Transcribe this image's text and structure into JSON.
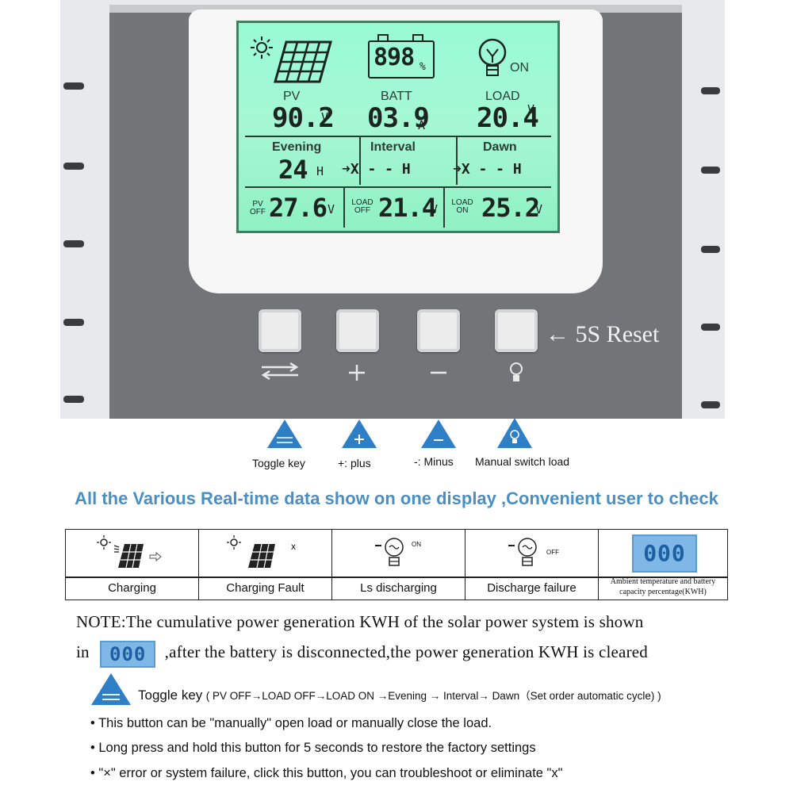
{
  "lcd": {
    "battery_percent": "898",
    "percent_sign": "%",
    "load_state": "ON",
    "pv_label": "PV",
    "batt_label": "BATT",
    "load_label": "LOAD",
    "pv_value": "90.2",
    "pv_unit": "V",
    "batt_value": "03.9",
    "batt_unit": "A",
    "load_value": "20.4",
    "load_unit": "V",
    "evening_label": "Evening",
    "interval_label": "Interval",
    "dawn_label": "Dawn",
    "evening_value": "24",
    "evening_unit": "H",
    "interval_value": "➜X - - H",
    "dawn_value": "➜X - - H",
    "pv_off_label_1": "PV",
    "pv_off_label_2": "OFF",
    "pv_off_value": "27.6",
    "load_off_label_1": "LOAD",
    "load_off_label_2": "OFF",
    "load_off_value": "21.4",
    "load_on_label_1": "LOAD",
    "load_on_label_2": "ON",
    "load_on_value": "25.2",
    "volt_unit": "V"
  },
  "device": {
    "reset_label": "← 5S Reset",
    "buttons": [
      {
        "name": "toggle",
        "symbol": "⇄"
      },
      {
        "name": "plus",
        "symbol": "+"
      },
      {
        "name": "minus",
        "symbol": "−"
      },
      {
        "name": "manual-load",
        "symbol": "bulb-icon"
      }
    ]
  },
  "keys": {
    "toggle": "Toggle key",
    "plus": "+: plus",
    "minus": "-: Minus",
    "manual": "Manual switch load"
  },
  "headline": "All the Various Real-time data show on one display ,Convenient user to check",
  "status_table": [
    {
      "caption": "Charging"
    },
    {
      "caption": "Charging Fault",
      "mark": "x"
    },
    {
      "caption": "Ls discharging",
      "mark": "ON"
    },
    {
      "caption": "Discharge failure",
      "mark": "OFF"
    },
    {
      "caption_1": "Ambient temperature and battery",
      "caption_2": "capacity percentage(KWH)",
      "display": "000"
    }
  ],
  "note": {
    "line1": "NOTE:The cumulative power generation KWH of the solar power system is shown",
    "line2_prefix": "in",
    "line2_display": "000",
    "line2_suffix": ",after the battery is disconnected,the power generation KWH is cleared"
  },
  "toggle_info": {
    "title": "Toggle key",
    "sequence": "( PV OFF→LOAD OFF→LOAD ON →Evening → Interval→ Dawn（Set order automatic cycle) )"
  },
  "bullets": [
    "• This button can be \"manually\" open load or manually close the load.",
    "• Long press and hold this button for 5 seconds to restore the factory settings",
    "• \"×\" error or system failure, click this button, you can troubleshoot or eliminate \"x\""
  ],
  "colors": {
    "lcd_green": "#98fbd4",
    "panel_gray": "#737478",
    "accent_blue": "#4a8fc2",
    "triangle_blue": "#2f7fc6",
    "segment_blue": "#7fb7e6"
  }
}
